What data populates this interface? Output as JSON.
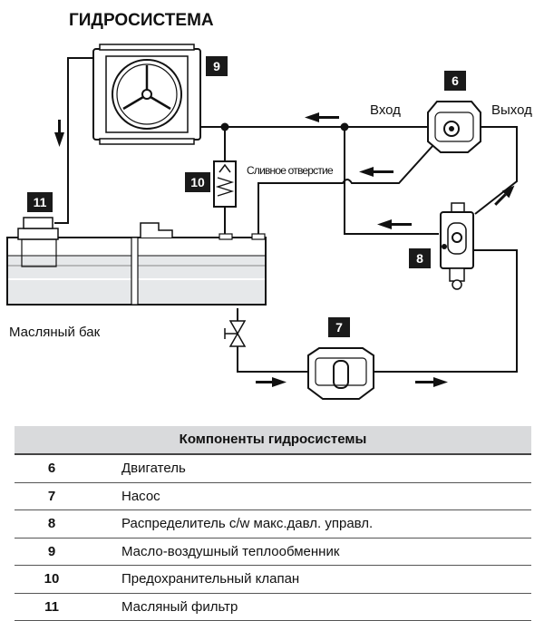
{
  "diagram": {
    "title": "ГИДРОСИСТЕМА",
    "labels": {
      "inlet": "Вход",
      "outlet": "Выход",
      "drain": "Сливное отверстие",
      "tank": "Масляный бак"
    },
    "badges": {
      "motor": "6",
      "pump": "7",
      "valve": "8",
      "cooler": "9",
      "relief": "10",
      "filter": "11"
    },
    "colors": {
      "line": "#111111",
      "badge": "#1a1a1a",
      "oil": "#e6e8ea"
    }
  },
  "legend": {
    "header": "Компоненты гидросистемы",
    "rows": [
      {
        "num": "6",
        "name": "Двигатель"
      },
      {
        "num": "7",
        "name": "Насос"
      },
      {
        "num": "8",
        "name": "Распределитель c/w макс.давл. управл."
      },
      {
        "num": "9",
        "name": "Масло-воздушный теплообменник"
      },
      {
        "num": "10",
        "name": "Предохранительный клапан"
      },
      {
        "num": "11",
        "name": "Масляный фильтр"
      }
    ]
  }
}
